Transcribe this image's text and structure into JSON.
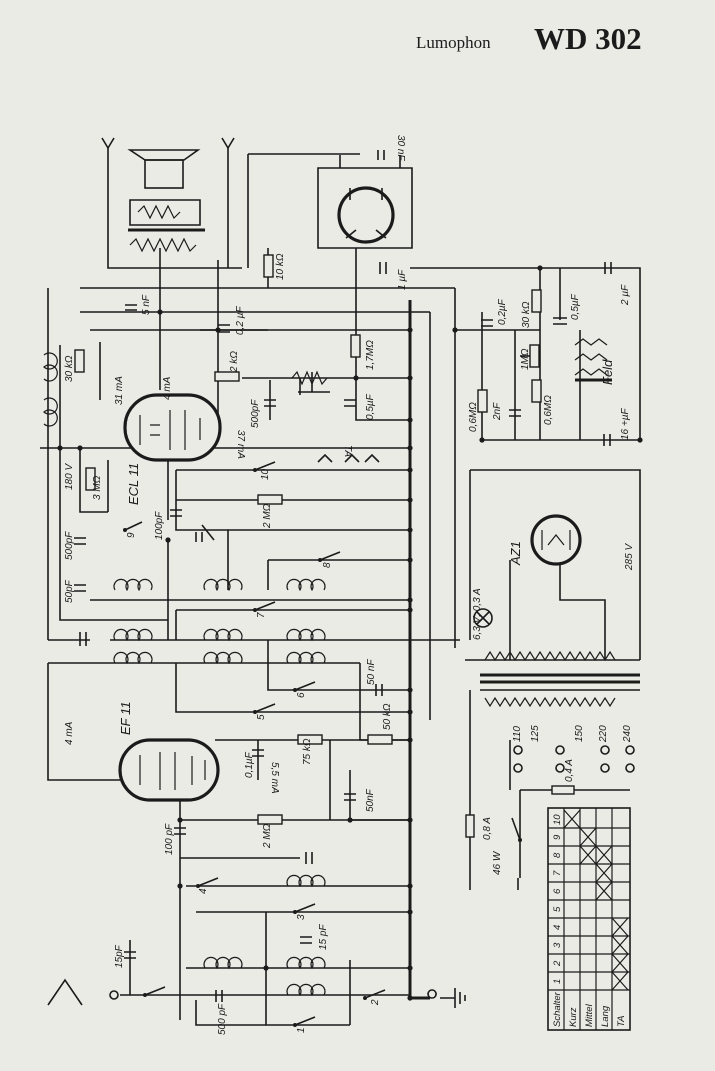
{
  "header": {
    "brand": "Lumophon",
    "model": "WD 302"
  },
  "tubes": {
    "ecl11": "ECL 11",
    "ef11": "EF 11",
    "az1": "AZ1"
  },
  "components": {
    "c30nf": "30 nF",
    "r10k": "10 kΩ",
    "c5nf": "5 nF",
    "c1uf": "1 µF",
    "c02uf_a": "0,2 µF",
    "c02uf_b": "0,2µF",
    "r30k_a": "30 kΩ",
    "c05uf_a": "0,5µF",
    "c2uf": "2 µF",
    "r1m_pot": "1MΩ",
    "r2k": "2 kΩ",
    "r17m": "1,7MΩ",
    "feld": "Feld",
    "c500pf_a": "500pF",
    "c05uf_b": "0,5µF",
    "r06m_a": "0,6MΩ",
    "c2nf": "2nF",
    "r06m_b": "0,6MΩ",
    "c16uf": "16 +µF",
    "r30k_b": "30 kΩ",
    "i31ma": "31 mA",
    "i4ma_a": "4 mA",
    "i37ma": "37 mA",
    "ta": "TA",
    "v180": "180 V",
    "r3m": "3 MΩ",
    "r2m_a": "2 MΩ",
    "c100pf_a": "100pF",
    "c500pf_b": "500pF",
    "c50pf": "50pF",
    "v285": "285 V",
    "lamp": "6,3 V; 0,3 A",
    "c50nf_a": "50 nF",
    "r50k": "50 kΩ",
    "i4ma_b": "4 mA",
    "c01uf": "0,1µF",
    "r75k": "75 kΩ",
    "i55ma": "5,5 mA",
    "c50nf_b": "50nF",
    "r2m_b": "2 MΩ",
    "c100pf_b": "100 pF",
    "c15pf_a": "15pF",
    "c15pf_b": "15 pF",
    "c500pf_c": "500 pF",
    "fuse_a": "0,4 A",
    "fuse_b": "0,8 A",
    "w46": "46 W"
  },
  "taps": [
    "110",
    "125",
    "150",
    "220",
    "240"
  ],
  "switch_numbers": [
    "1",
    "2",
    "3",
    "4",
    "5",
    "6",
    "7",
    "8",
    "9",
    "10"
  ],
  "switch_table": {
    "header": "Schalter",
    "columns": [
      "1",
      "2",
      "3",
      "4",
      "5",
      "6",
      "7",
      "8",
      "9",
      "10"
    ],
    "rows": [
      {
        "label": "Kurz",
        "marks": [
          0,
          0,
          0,
          0,
          0,
          0,
          0,
          0,
          0,
          1
        ]
      },
      {
        "label": "Mittel",
        "marks": [
          0,
          0,
          0,
          0,
          0,
          0,
          0,
          1,
          1,
          0
        ]
      },
      {
        "label": "Lang",
        "marks": [
          0,
          0,
          0,
          0,
          0,
          1,
          1,
          1,
          0,
          0
        ]
      },
      {
        "label": "TA",
        "marks": [
          1,
          1,
          1,
          1,
          0,
          0,
          0,
          0,
          0,
          0
        ]
      }
    ]
  }
}
